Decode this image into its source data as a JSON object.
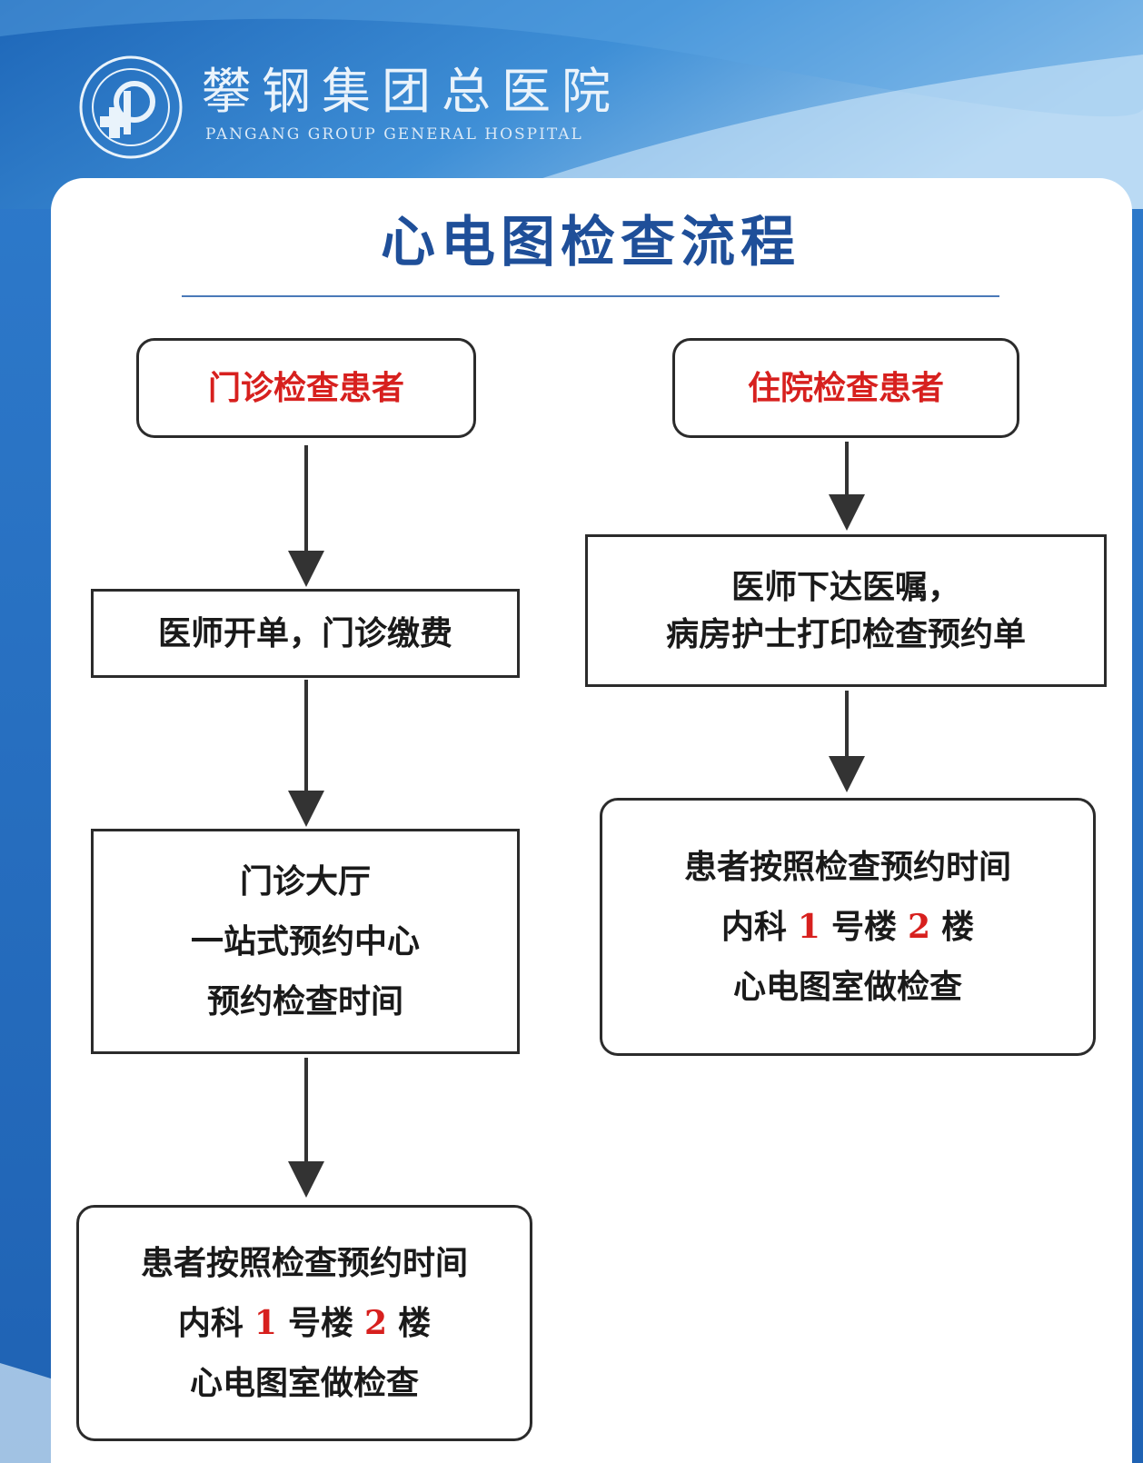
{
  "header": {
    "hospital_name": "攀钢集团总医院",
    "hospital_name_en": "PANGANG GROUP GENERAL HOSPITAL"
  },
  "title": "心电图检查流程",
  "colors": {
    "title_blue": "#1f4f99",
    "accent_red": "#d7201e",
    "header_blue": "#2b76c5"
  },
  "outpatient": {
    "start": "门诊检查患者",
    "step1": "医师开单，门诊缴费",
    "step2": {
      "line1": "门诊大厅",
      "line2": "一站式预约中心",
      "line3": "预约检查时间"
    },
    "end": {
      "line1": "患者按照检查预约时间",
      "line2_a": "内科",
      "line2_num1": "1",
      "line2_b": "号楼",
      "line2_num2": "2",
      "line2_c": "楼",
      "line3": "心电图室做检查"
    }
  },
  "inpatient": {
    "start": "住院检查患者",
    "step1": {
      "line1": "医师下达医嘱，",
      "line2": "病房护士打印检查预约单"
    },
    "end": {
      "line1": "患者按照检查预约时间",
      "line2_a": "内科",
      "line2_num1": "1",
      "line2_b": "号楼",
      "line2_num2": "2",
      "line2_c": "楼",
      "line3": "心电图室做检查"
    }
  }
}
